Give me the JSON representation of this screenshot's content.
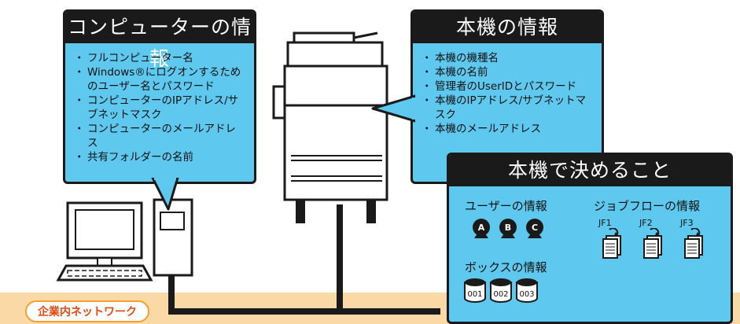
{
  "computer_box": {
    "title": "コンピューターの情報",
    "items": [
      "フルコンピューター名",
      "Windows®にログオンするためのユーザー名とパスワード",
      "コンピューターのIPアドレス/サブネットマスク",
      "コンピューターのメールアドレス",
      "共有フォルダーの名前"
    ]
  },
  "device_box": {
    "title": "本機の情報",
    "items": [
      "本機の機種名",
      "本機の名前",
      "管理者のUserIDとパスワード",
      "本機のIPアドレス/サブネットマスク",
      "本機のメールアドレス"
    ]
  },
  "decide_box": {
    "title": "本機で決めること",
    "user_info": {
      "label": "ユーザーの情報",
      "users": [
        "A",
        "B",
        "C"
      ]
    },
    "box_info": {
      "label": "ボックスの情報",
      "boxes": [
        "001",
        "002",
        "003"
      ]
    },
    "jobflow_info": {
      "label": "ジョブフローの情報",
      "flows": [
        "JF1",
        "JF2",
        "JF3"
      ]
    }
  },
  "network_label": "企業内ネットワーク",
  "colors": {
    "callout_fill": "#5ec8ee",
    "header_fill": "#1a1a1a",
    "network_band": "#fbd9a7",
    "network_text": "#e24b13"
  }
}
